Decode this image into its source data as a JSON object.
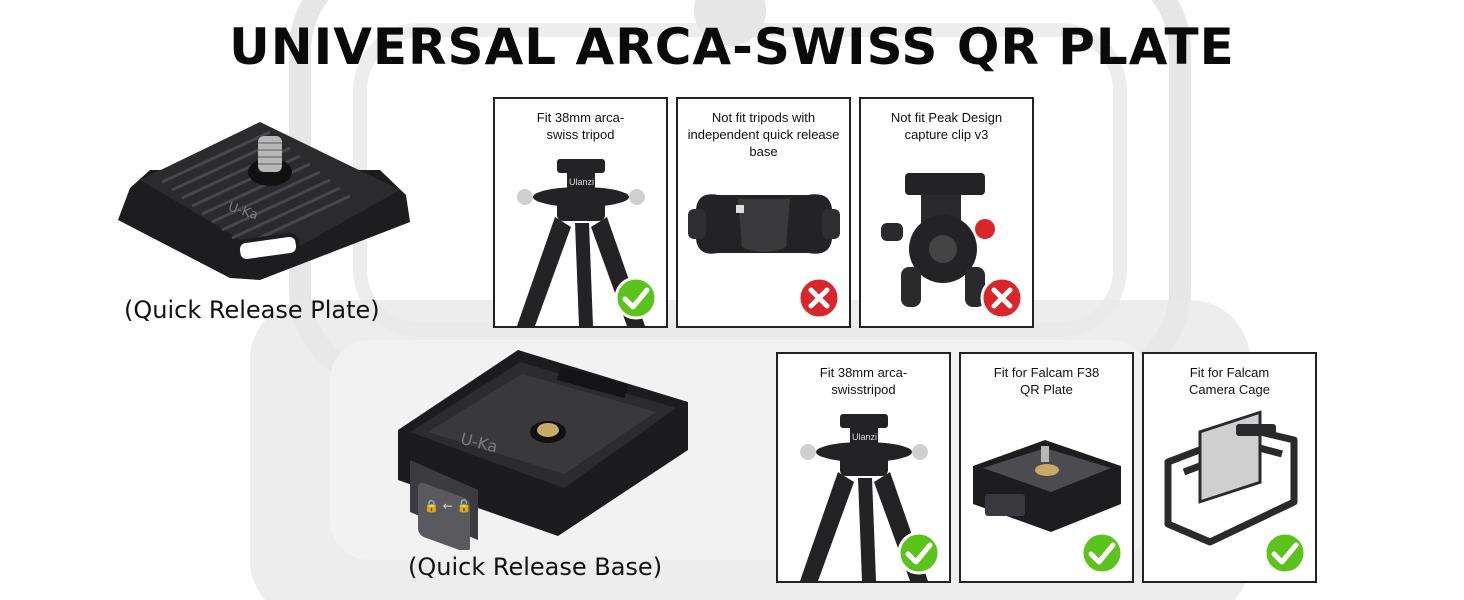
{
  "headline": "UNIVERSAL ARCA-SWISS QR PLATE",
  "products": {
    "plate_caption": "(Quick Release Plate)",
    "plate_logo": "U-Ka",
    "base_caption": "(Quick Release Base)",
    "base_logo": "U-Ka"
  },
  "compatibility_top": [
    {
      "label": "Fit 38mm arca-swiss tripod",
      "fits": true,
      "art_label": "Ulanzi"
    },
    {
      "label": "Not fit tripods with independent quick release base",
      "fits": false
    },
    {
      "label": "Not fit Peak Design capture clip v3",
      "fits": false
    }
  ],
  "compatibility_bottom": [
    {
      "label": "Fit 38mm arca-swisstripod",
      "fits": true,
      "art_label": "Ulanzi"
    },
    {
      "label": "Fit for Falcam F38 QR Plate",
      "fits": true
    },
    {
      "label": "Fit for Falcam Camera Cage",
      "fits": true
    }
  ],
  "colors": {
    "check": "#5cc21c",
    "cross": "#d8262a",
    "metal": "#1b1b1d"
  }
}
